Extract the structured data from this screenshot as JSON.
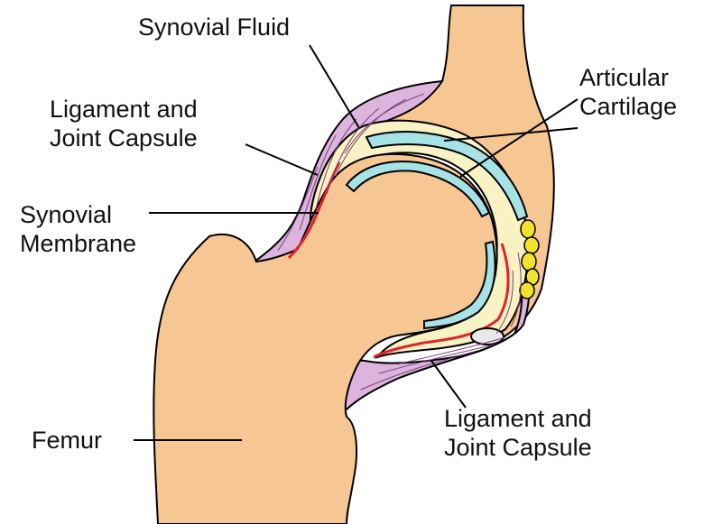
{
  "labels": {
    "synovial_fluid": [
      "Synovial Fluid"
    ],
    "ligament_upper": [
      "Ligament and",
      "Joint Capsule"
    ],
    "synovial_membrane": [
      "Synovial",
      "Membrane"
    ],
    "articular_cartilage": [
      "Articular",
      "Cartilage"
    ],
    "ligament_lower": [
      "Ligament and",
      "Joint Capsule"
    ],
    "femur": [
      "Femur"
    ]
  },
  "colors": {
    "bone": "#F7C793",
    "ligament": "#DDB4DD",
    "cartilage": "#A6E2E6",
    "synovial_fluid": "#F8F2C4",
    "synovial_membrane": "#E4202A",
    "fat_pad": "#F1E32C",
    "outline": "#000000"
  }
}
